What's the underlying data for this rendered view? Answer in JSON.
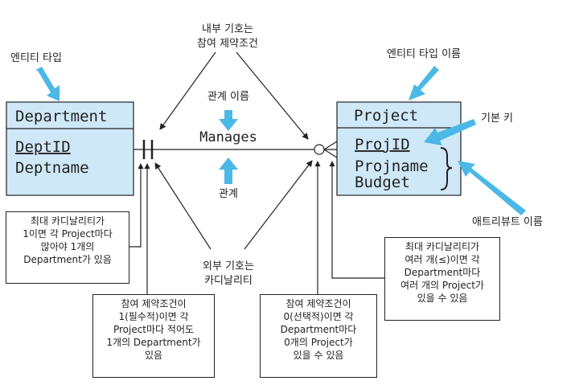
{
  "entities": {
    "department": {
      "name": "Department",
      "attributes": [
        "DeptID",
        "Deptname"
      ]
    },
    "project": {
      "name": "Project",
      "attributes": [
        "ProjID",
        "Projname",
        "Budget"
      ]
    }
  },
  "relationship": {
    "name": "Manages"
  },
  "labels": {
    "entity_type": "엔티티 타입",
    "entity_type_name": "엔티티 타입 이름",
    "primary_key": "기본 키",
    "attribute_name": "애트리뷰트 이름",
    "inner_symbol": [
      "내부 기호는",
      "참여 제약조건"
    ],
    "relationship_name": "관계 이름",
    "relationship": "관계",
    "outer_symbol": [
      "외부 기호는",
      "카디날리티"
    ]
  },
  "notes": {
    "dept_max": [
      "최대 카디날리티가",
      "1이면 각 Project마다",
      "많아야 1개의",
      "Department가 있음"
    ],
    "dept_min": [
      "참여 제약조건이",
      "1(필수적)이면 각",
      "Project마다 적어도",
      "1개의 Department가",
      "있음"
    ],
    "proj_min": [
      "참여 제약조건이",
      "0(선택적)이면 각",
      "Department마다",
      "0개의 Project가",
      "있을 수 있음"
    ],
    "proj_max": [
      "최대 카디날리티가",
      "여러 개(≤)이면 각",
      "Department마다",
      "여러 개의 Project가",
      "있을 수 있음"
    ]
  },
  "colors": {
    "entity_fill": "#cfe8f7",
    "arrow": "#4bb8e6",
    "line": "#222222"
  }
}
